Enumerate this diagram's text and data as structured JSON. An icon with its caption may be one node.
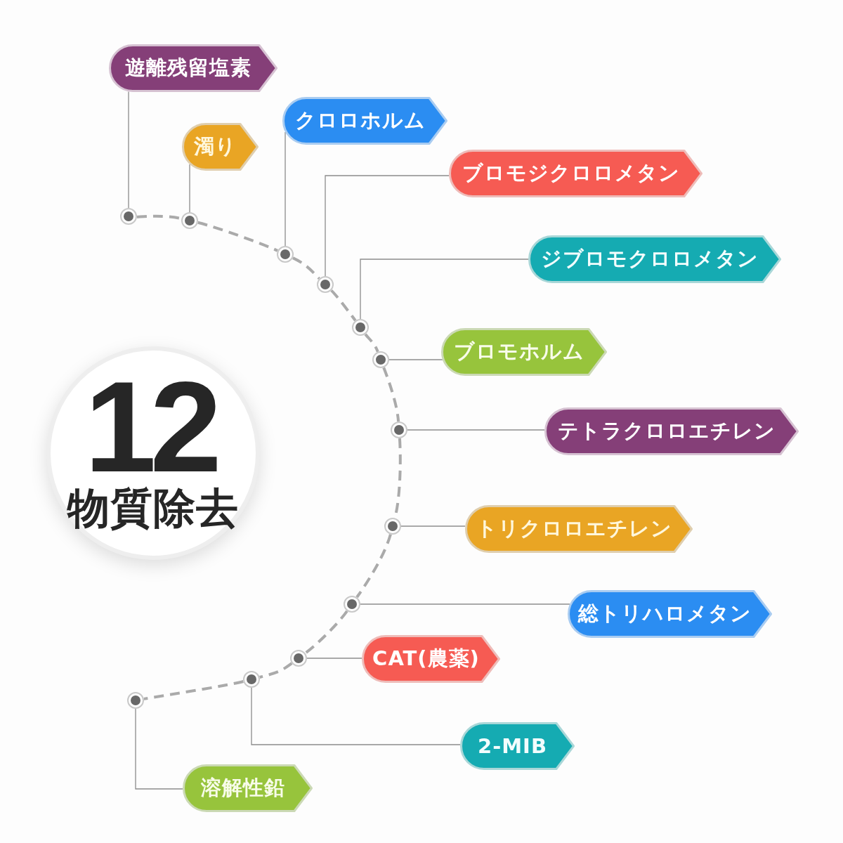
{
  "diagram": {
    "nodes": [
      {
        "text": [
          "12",
          "物質除去"
        ]
      },
      {
        "text": [
          "遊離残留塩素"
        ]
      },
      {
        "text": [
          "濁り"
        ]
      },
      {
        "text": [
          "クロロホルム"
        ]
      },
      {
        "text": [
          "ブロモジクロロメタン"
        ]
      },
      {
        "text": [
          "ジブロモクロロメタン"
        ]
      },
      {
        "text": [
          "ブロモホルム"
        ]
      },
      {
        "text": [
          "テトラクロロエチレン"
        ]
      },
      {
        "text": [
          "トリクロロエチレン"
        ]
      },
      {
        "text": [
          "総トリハロメタン"
        ]
      },
      {
        "text": [
          "CAT(農薬)"
        ]
      },
      {
        "text": [
          "2-MIB"
        ]
      },
      {
        "text": [
          "溶解性鉛"
        ]
      },
      {
        "text": [],
        "shape": "circle"
      },
      {
        "text": [],
        "shape": "circle"
      },
      {
        "text": [],
        "shape": "circle"
      },
      {
        "text": [],
        "shape": "circle"
      },
      {
        "text": [],
        "shape": "circle"
      },
      {
        "text": [],
        "shape": "circle"
      },
      {
        "text": [],
        "shape": "circle"
      },
      {
        "text": [],
        "shape": "circle"
      },
      {
        "text": [],
        "shape": "circle"
      },
      {
        "text": [],
        "shape": "circle"
      },
      {
        "text": [],
        "shape": "circle"
      },
      {
        "text": [],
        "shape": "circle"
      }
    ],
    "edges": [
      {
        "from": 13,
        "to": 1,
        "arrow": "none"
      },
      {
        "from": 14,
        "to": 2,
        "arrow": "none"
      },
      {
        "from": 15,
        "to": 3,
        "arrow": "none"
      },
      {
        "from": 16,
        "to": 4,
        "arrow": "none"
      },
      {
        "from": 17,
        "to": 5,
        "arrow": "none"
      },
      {
        "from": 18,
        "to": 6,
        "arrow": "none"
      },
      {
        "from": 19,
        "to": 7,
        "arrow": "none"
      },
      {
        "from": 20,
        "to": 8,
        "arrow": "none"
      },
      {
        "from": 21,
        "to": 9,
        "arrow": "none"
      },
      {
        "from": 22,
        "to": 10,
        "arrow": "none"
      },
      {
        "from": 23,
        "to": 11,
        "arrow": "none"
      },
      {
        "from": 24,
        "to": 12,
        "arrow": "none"
      },
      {
        "from": 13,
        "to": 14,
        "arrow": "none",
        "style": "dashed",
        "color": "#aaaaaa"
      },
      {
        "from": 14,
        "to": 15,
        "arrow": "none",
        "style": "dashed",
        "color": "#aaaaaa"
      },
      {
        "from": 15,
        "to": 16,
        "arrow": "none",
        "style": "dashed",
        "color": "#aaaaaa"
      },
      {
        "from": 16,
        "to": 17,
        "arrow": "none",
        "style": "dashed",
        "color": "#aaaaaa"
      },
      {
        "from": 17,
        "to": 18,
        "arrow": "none",
        "style": "dashed",
        "color": "#aaaaaa"
      },
      {
        "from": 18,
        "to": 19,
        "arrow": "none",
        "style": "dashed",
        "color": "#aaaaaa"
      },
      {
        "from": 19,
        "to": 20,
        "arrow": "none",
        "style": "dashed",
        "color": "#aaaaaa"
      },
      {
        "from": 20,
        "to": 21,
        "arrow": "none",
        "style": "dashed",
        "color": "#aaaaaa"
      },
      {
        "from": 21,
        "to": 22,
        "arrow": "none",
        "style": "dashed",
        "color": "#aaaaaa"
      },
      {
        "from": 22,
        "to": 23,
        "arrow": "none",
        "style": "dashed",
        "color": "#aaaaaa"
      },
      {
        "from": 23,
        "to": 24,
        "arrow": "none",
        "style": "dashed",
        "color": "#aaaaaa"
      }
    ]
  }
}
